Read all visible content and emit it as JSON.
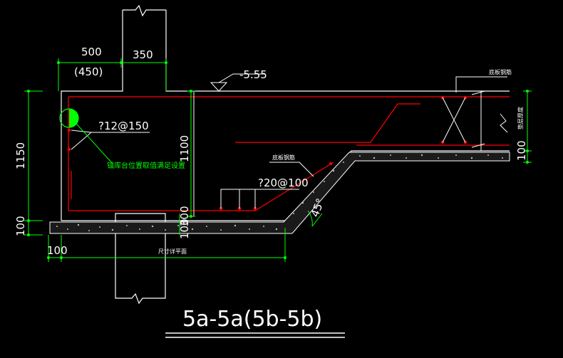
{
  "drawing": {
    "title": "5a-5a(5b-5b)",
    "dim_500": "500",
    "dim_450": "(450)",
    "dim_350": "350",
    "elev": "-5.55",
    "dim_1150": "1150",
    "dim_1100": "1100",
    "dim_100_left": "100",
    "dim_100_bottom": "100",
    "dim_100_right": "100",
    "dim_100_mid": "100",
    "dim_300": "300",
    "rebar_12": "?12@150",
    "rebar_20": "?20@100",
    "note_green": "锚库台位置取值满足设置",
    "note_bottom_bar": "底板钢筋",
    "note_top_right": "底板钢筋",
    "note_side_right": "垫层厚度",
    "note_span": "尺寸详平面",
    "angle": "45°"
  },
  "colors": {
    "concrete_outline": "#ffffff",
    "rebar": "#ff0000",
    "dimension": "#00ff00",
    "leader": "#ffffff"
  }
}
